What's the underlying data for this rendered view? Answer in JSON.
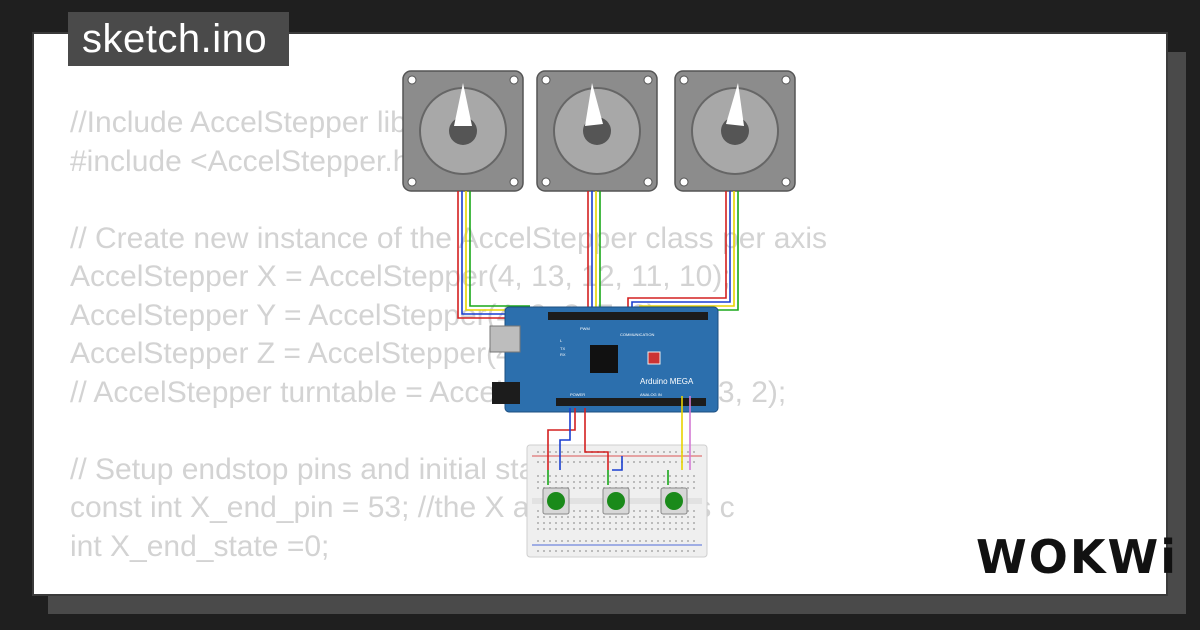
{
  "file_tab": {
    "label": "sketch.ino"
  },
  "code_lines": [
    "//Include AccelStepper library",
    "#include <AccelStepper.h>",
    "",
    "// Create new instance of the AccelStepper class per axis",
    "AccelStepper X = AccelStepper(4, 13, 12, 11, 10);",
    "AccelStepper Y = AccelStepper(4, 9, 8, 7, 6);",
    "AccelStepper Z = AccelStepper(4, 5, 4, 3, 2);",
    "// AccelStepper turntable = AccelStepper(4, 5, 4, 3, 2);",
    "",
    "// Setup endstop pins and initial states",
    "const int X_end_pin = 53; //the X axis endstop is c",
    "int X_end_state =0;"
  ],
  "board": {
    "label": "Arduino MEGA",
    "power_label": "POWER",
    "analog_label": "ANALOG IN",
    "pwm_label": "PWM",
    "comm_label": "COMMUNICATION",
    "tx_label": "TX",
    "rx_label": "RX",
    "l_label": "L"
  },
  "logo": {
    "text": "WOKWi"
  },
  "colors": {
    "board": "#2c6fad",
    "motor_body": "#9a9a9a",
    "button": "#1a8a1a",
    "wire_red": "#d42020",
    "wire_blue": "#1a3fd0",
    "wire_yellow": "#e8d400",
    "wire_green": "#1aa81a"
  }
}
